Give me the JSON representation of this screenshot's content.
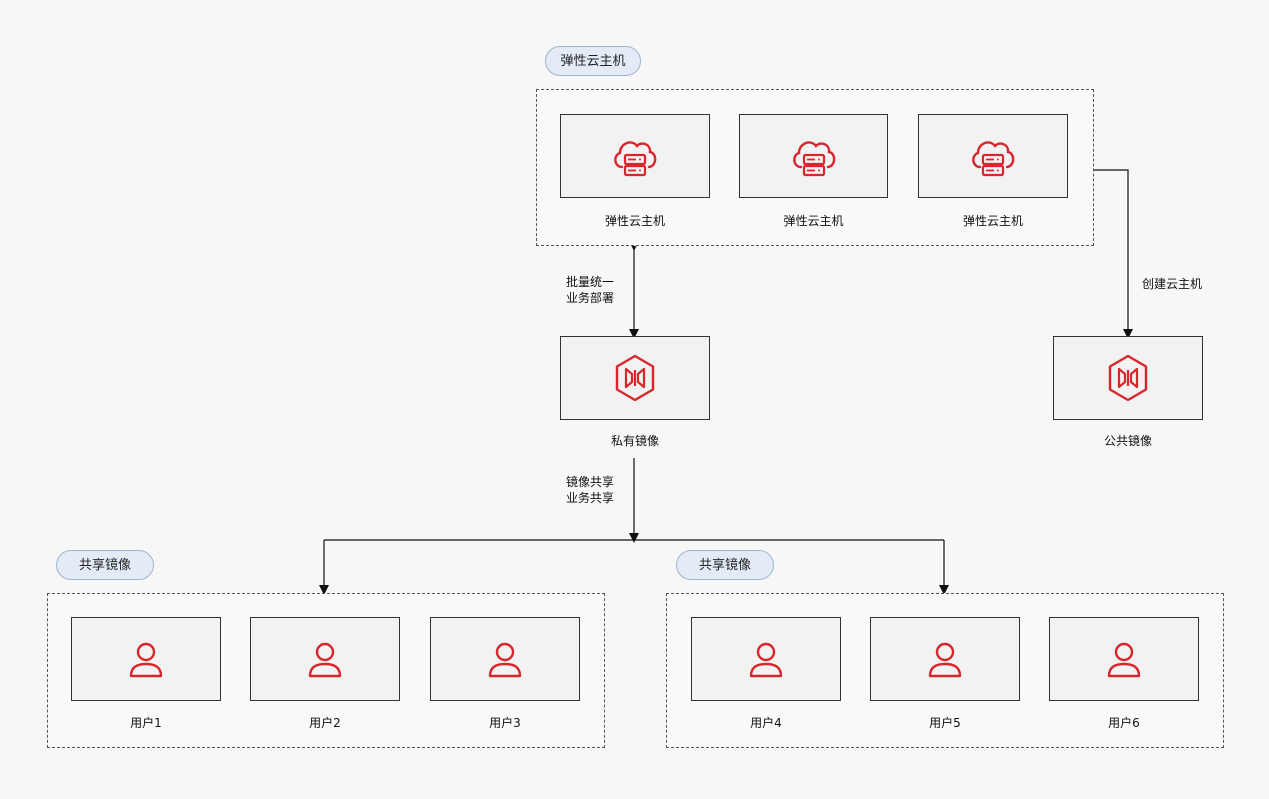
{
  "top_group": {
    "title": "弹性云主机",
    "cards": [
      {
        "label": "弹性云主机",
        "icon": "cloud-server-icon"
      },
      {
        "label": "弹性云主机",
        "icon": "cloud-server-icon"
      },
      {
        "label": "弹性云主机",
        "icon": "cloud-server-icon"
      }
    ]
  },
  "private_image": {
    "label": "私有镜像",
    "icon": "image-icon"
  },
  "public_image": {
    "label": "公共镜像",
    "icon": "image-icon"
  },
  "edges": {
    "deploy_line1": "批量统一",
    "deploy_line2": "业务部署",
    "create": "创建云主机",
    "share_line1": "镜像共享",
    "share_line2": "业务共享"
  },
  "shared_left": {
    "title": "共享镜像",
    "users": [
      {
        "label": "用户1",
        "icon": "user-icon"
      },
      {
        "label": "用户2",
        "icon": "user-icon"
      },
      {
        "label": "用户3",
        "icon": "user-icon"
      }
    ]
  },
  "shared_right": {
    "title": "共享镜像",
    "users": [
      {
        "label": "用户4",
        "icon": "user-icon"
      },
      {
        "label": "用户5",
        "icon": "user-icon"
      },
      {
        "label": "用户6",
        "icon": "user-icon"
      }
    ]
  },
  "colors": {
    "accent": "#d9262c",
    "pill_bg": "#e3ecf6",
    "pill_border": "#9fb5cf"
  }
}
